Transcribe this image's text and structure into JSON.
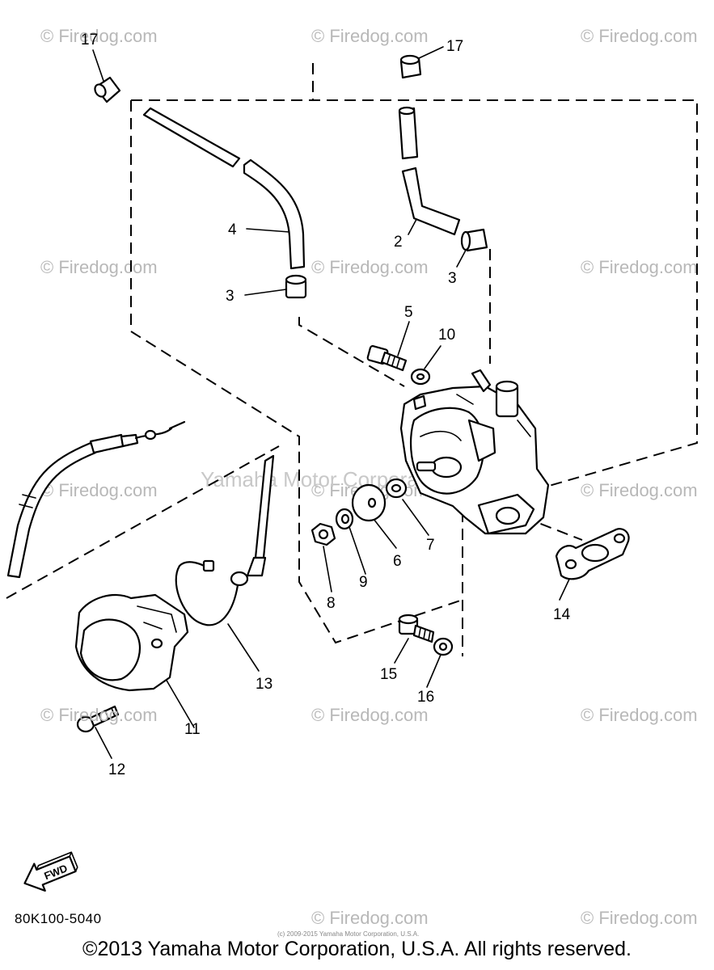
{
  "watermark": "© Firedog.com",
  "watermark_center": "Yamaha Motor Corporation",
  "callouts": {
    "c17a": "17",
    "c17b": "17",
    "c4": "4",
    "c2": "2",
    "c3a": "3",
    "c3b": "3",
    "c5": "5",
    "c10": "10",
    "c6": "6",
    "c7": "7",
    "c8": "8",
    "c9": "9",
    "c14": "14",
    "c11": "11",
    "c12": "12",
    "c13": "13",
    "c15": "15",
    "c16": "16"
  },
  "fwd_label": "FWD",
  "part_code": "80K100-5040",
  "small_notice": "(c) 2009-2015 Yamaha Motor Corporation, U.S.A.",
  "copyright": "©2013 Yamaha Motor Corporation, U.S.A. All rights reserved."
}
